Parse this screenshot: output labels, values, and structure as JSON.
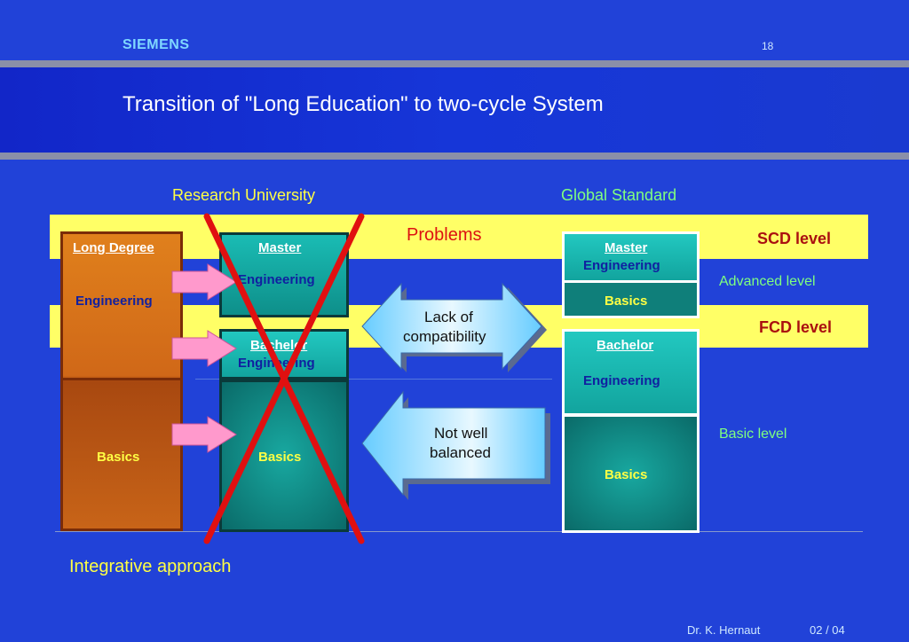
{
  "header": {
    "brand": "SIEMENS",
    "page_number": "18"
  },
  "title": "Transition of \"Long Education\" to two-cycle System",
  "columns": {
    "left_heading": "Research University",
    "right_heading": "Global Standard"
  },
  "bands": {
    "scd": "SCD level",
    "fcd": "FCD level",
    "problems": "Problems"
  },
  "levels": {
    "advanced": "Advanced level",
    "basic": "Basic level"
  },
  "long_degree": {
    "title": "Long Degree",
    "engineering": "Engineering",
    "basics": "Basics"
  },
  "two_cycle_crossed": {
    "master": "Master",
    "master_sub": "Engineering",
    "bachelor": "Bachelor",
    "bachelor_sub": "Engineering",
    "basics": "Basics"
  },
  "global_standard": {
    "master": "Master",
    "master_sub": "Engineering",
    "master_basics": "Basics",
    "bachelor": "Bachelor",
    "bachelor_sub": "Engineering",
    "bachelor_basics": "Basics"
  },
  "problems_list": {
    "lack": [
      "Lack of",
      "compatibility"
    ],
    "balanced": [
      "Not well",
      "balanced"
    ]
  },
  "footer": {
    "approach": "Integrative approach",
    "author": "Dr. K. Hernaut",
    "date": "02 / 04"
  },
  "colors": {
    "background": "#2142d8",
    "band_yellow": "#ffff66",
    "teal": "#0f9a94",
    "orange": "#d07018",
    "cross_red": "#e01010",
    "arrow_pink": "#ff99cc",
    "heading_yellow": "#ffff44",
    "heading_green": "#7fff7f"
  },
  "icons": {
    "cross": "red-x-icon",
    "arrow": "pink-arrow-icon",
    "double_arrow": "double-arrow-icon",
    "left_arrow": "left-arrow-icon"
  }
}
